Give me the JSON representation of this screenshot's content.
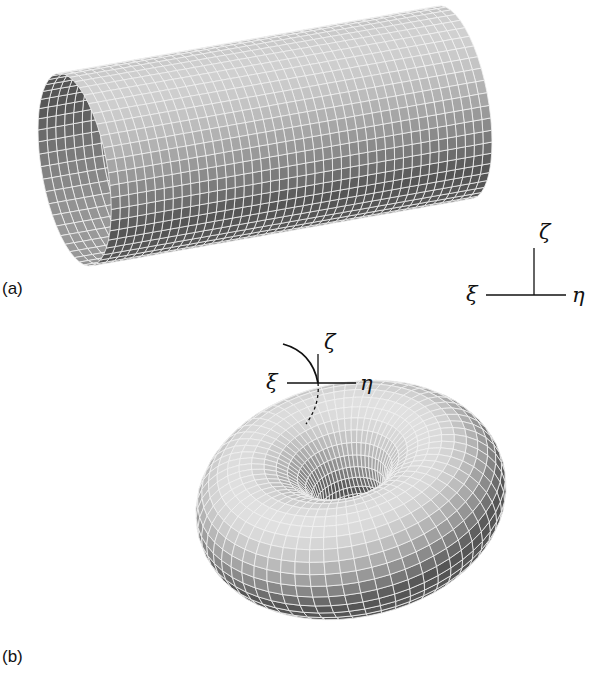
{
  "diagram": {
    "labels": [
      "(a)",
      "ζ",
      "ξ",
      "η",
      "(b)",
      "ζ",
      "ξ",
      "η"
    ]
  }
}
